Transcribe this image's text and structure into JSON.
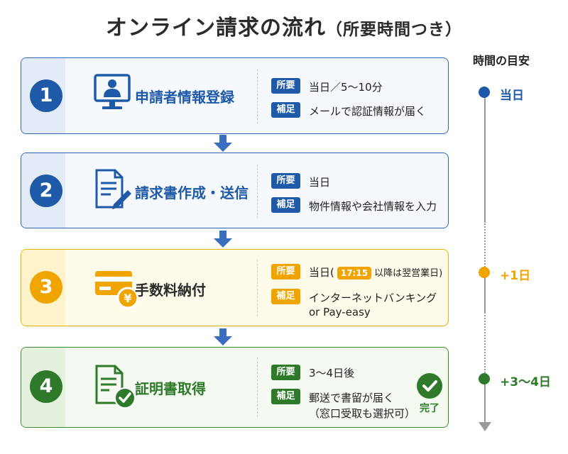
{
  "title": {
    "main": "オンライン請求の流れ",
    "sub": "（所要時間つき）"
  },
  "steps": [
    {
      "number": "1",
      "name": "申請者情報登録",
      "icon": "computer-user-icon",
      "tag1": "所要",
      "value1": "当日／5〜10分",
      "tag2": "補足",
      "value2": "メールで認証情報が届く"
    },
    {
      "number": "2",
      "name": "請求書作成・送信",
      "icon": "document-pen-icon",
      "tag1": "所要",
      "value1": "当日",
      "tag2": "補足",
      "value2": "物件情報や会社情報を入力"
    },
    {
      "number": "3",
      "name": "手数料納付",
      "icon": "card-yen-icon",
      "tag1": "所要",
      "value1_pre": "当日(",
      "value1_time": "17:15",
      "value1_post": "以降は翌営業日)",
      "tag2": "補足",
      "value2_line1": "インターネットバンキング",
      "value2_line2": "or Pay-easy"
    },
    {
      "number": "4",
      "name": "証明書取得",
      "icon": "document-check-icon",
      "tag1": "所要",
      "value1": "3〜4日後",
      "tag2": "補足",
      "value2_line1": "郵送で書留が届く",
      "value2_line2": "（窓口受取も選択可）",
      "done_label": "完了"
    }
  ],
  "timeline": {
    "heading": "時間の目安",
    "points": [
      {
        "label": "当日",
        "color": "#1f5aa8"
      },
      {
        "label": "+1日",
        "color": "#f0a400"
      },
      {
        "label": "+3〜4日",
        "color": "#2e7a2a"
      }
    ]
  },
  "colors": {
    "blue": "#1f5aa8",
    "yellow": "#f0a400",
    "green": "#2e7a2a"
  }
}
